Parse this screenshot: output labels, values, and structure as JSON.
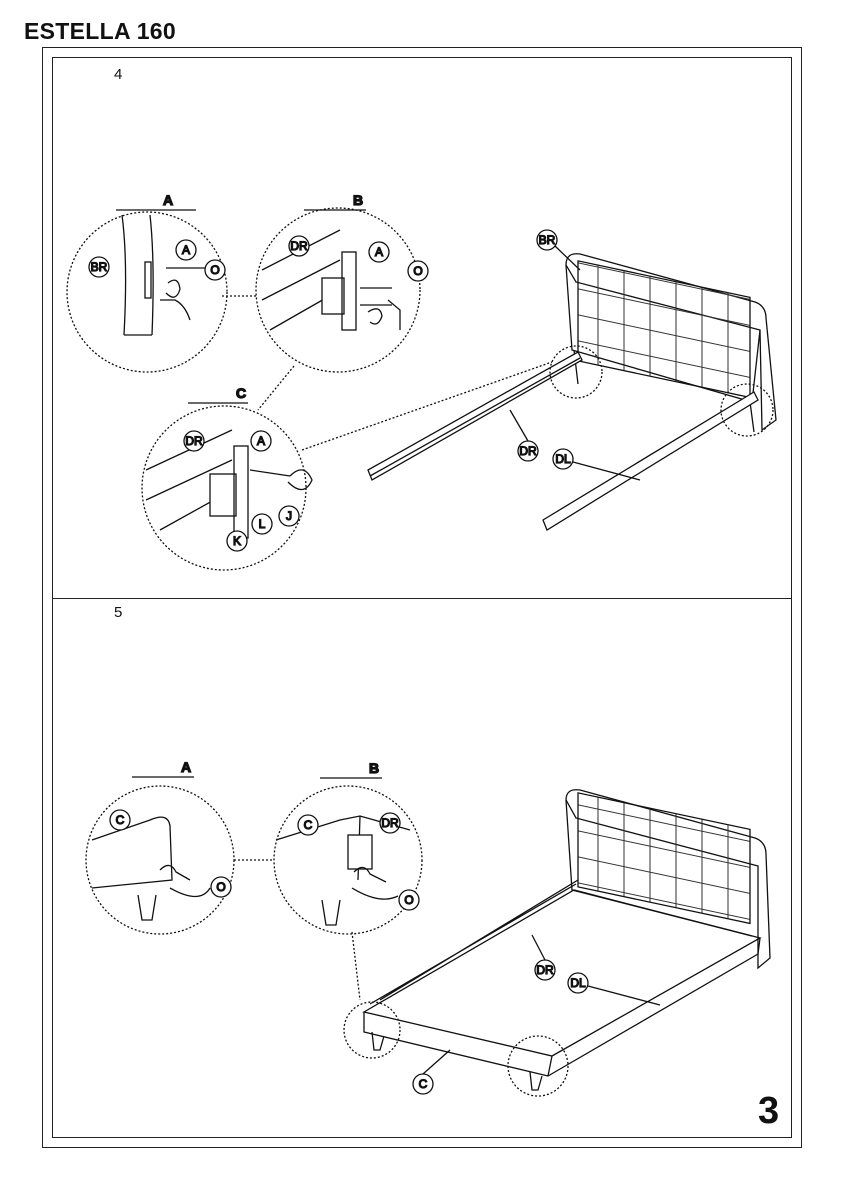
{
  "header": {
    "title": "ESTELLA 160"
  },
  "steps": [
    {
      "number": "4",
      "details": [
        "A",
        "B",
        "C"
      ],
      "callouts": {
        "BR": "BR",
        "A": "A",
        "O": "O",
        "DR": "DR",
        "DL": "DL",
        "J": "J",
        "K": "K",
        "L": "L"
      }
    },
    {
      "number": "5",
      "details": [
        "A",
        "B"
      ],
      "callouts": {
        "C": "C",
        "O": "O",
        "DR": "DR",
        "DL": "DL"
      }
    }
  ],
  "footer": {
    "page_number": "3"
  }
}
